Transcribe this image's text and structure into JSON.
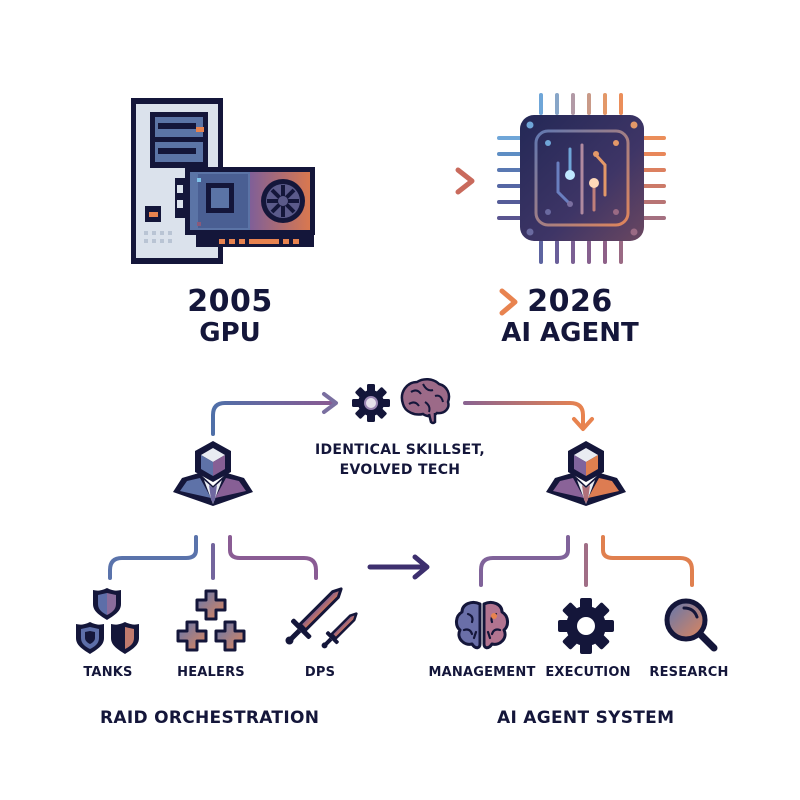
{
  "top": {
    "left": {
      "year": "2005",
      "label": "GPU",
      "icon": "pixel-pc-gpu-icon"
    },
    "right": {
      "year": "2026",
      "label": "AI AGENT",
      "icon": "ai-chip-icon"
    }
  },
  "middle": {
    "caption_line1": "IDENTICAL SKILLSET,",
    "caption_line2": "EVOLVED TECH",
    "icons": [
      "gear-icon",
      "brain-icon"
    ]
  },
  "left_tree": {
    "title": "RAID ORCHESTRATION",
    "roles": [
      {
        "label": "TANKS",
        "icon": "shields-icon"
      },
      {
        "label": "HEALERS",
        "icon": "crosses-icon"
      },
      {
        "label": "DPS",
        "icon": "swords-icon"
      }
    ]
  },
  "right_tree": {
    "title": "AI AGENT SYSTEM",
    "roles": [
      {
        "label": "MANAGEMENT",
        "icon": "brain-icon"
      },
      {
        "label": "EXECUTION",
        "icon": "gear-icon"
      },
      {
        "label": "RESEARCH",
        "icon": "magnifier-icon"
      }
    ]
  },
  "colors": {
    "navy": "#14163a",
    "blue": "#4f6fa8",
    "purple": "#7a5a92",
    "orange": "#e8834f"
  }
}
